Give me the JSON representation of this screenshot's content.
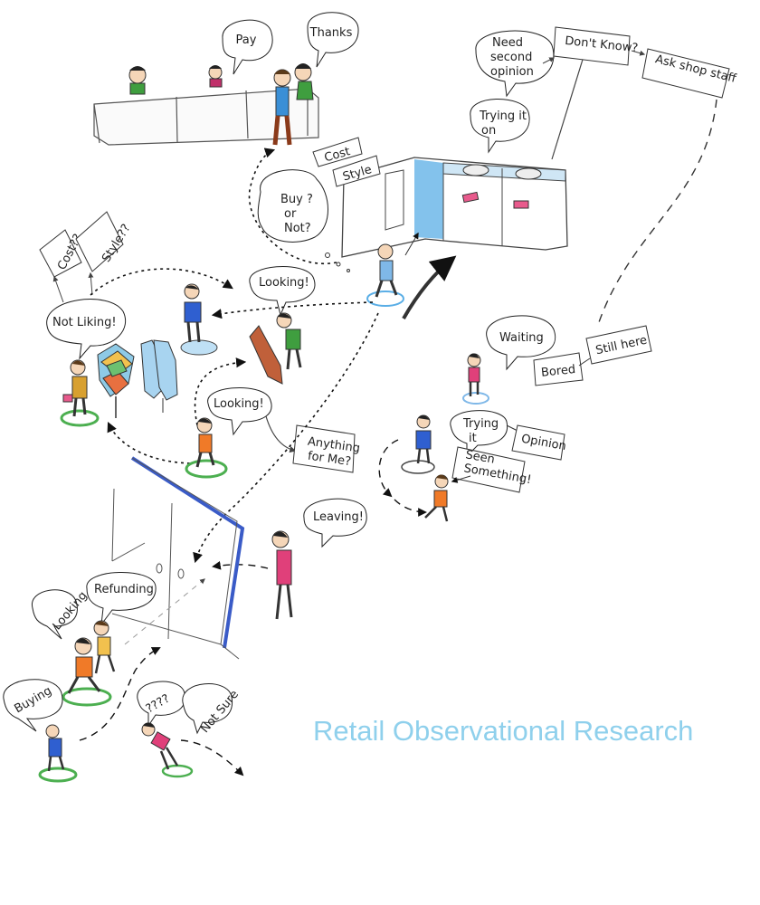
{
  "title": "Retail Observational Research",
  "checkout": {
    "pay": "Pay",
    "thanks": "Thanks"
  },
  "fitting_room": {
    "buy_or_not": [
      "Buy ?",
      "or",
      "Not?"
    ],
    "cost": "Cost",
    "style": "Style",
    "trying_it_on": [
      "Trying it",
      "on"
    ],
    "need_second_opinion": [
      "Need",
      "second",
      "opinion"
    ],
    "dont_know": "Don't Know?",
    "ask_shop_staff": "Ask shop staff"
  },
  "racks": {
    "not_liking": "Not Liking!",
    "cost_q": "Cost??",
    "style_q": "Style??",
    "looking_top": "Looking!",
    "looking_mid": "Looking!",
    "anything_for_me": [
      "Anything",
      "for Me?"
    ]
  },
  "waiting": {
    "waiting": "Waiting",
    "bored": "Bored",
    "still_here": "Still here",
    "trying_it": [
      "Trying",
      "it"
    ],
    "opinion": "Opinion",
    "seen_something": [
      "Seen",
      "Something!"
    ],
    "leaving": "Leaving!"
  },
  "returns": {
    "looking": "Looking",
    "refunding": "Refunding",
    "buying": "Buying",
    "question_marks": "????",
    "not_sure": "Not Sure"
  },
  "colors": {
    "title": "#8fd0ec",
    "wall_blue": "#3a5bc7",
    "mirror_blue": "#5aaee6",
    "ring_green": "#4caf50",
    "shirt_orange": "#f07a28",
    "shirt_blue": "#2f5fd0",
    "shirt_pink": "#e0407a",
    "sign_pink": "#e85a8c"
  }
}
